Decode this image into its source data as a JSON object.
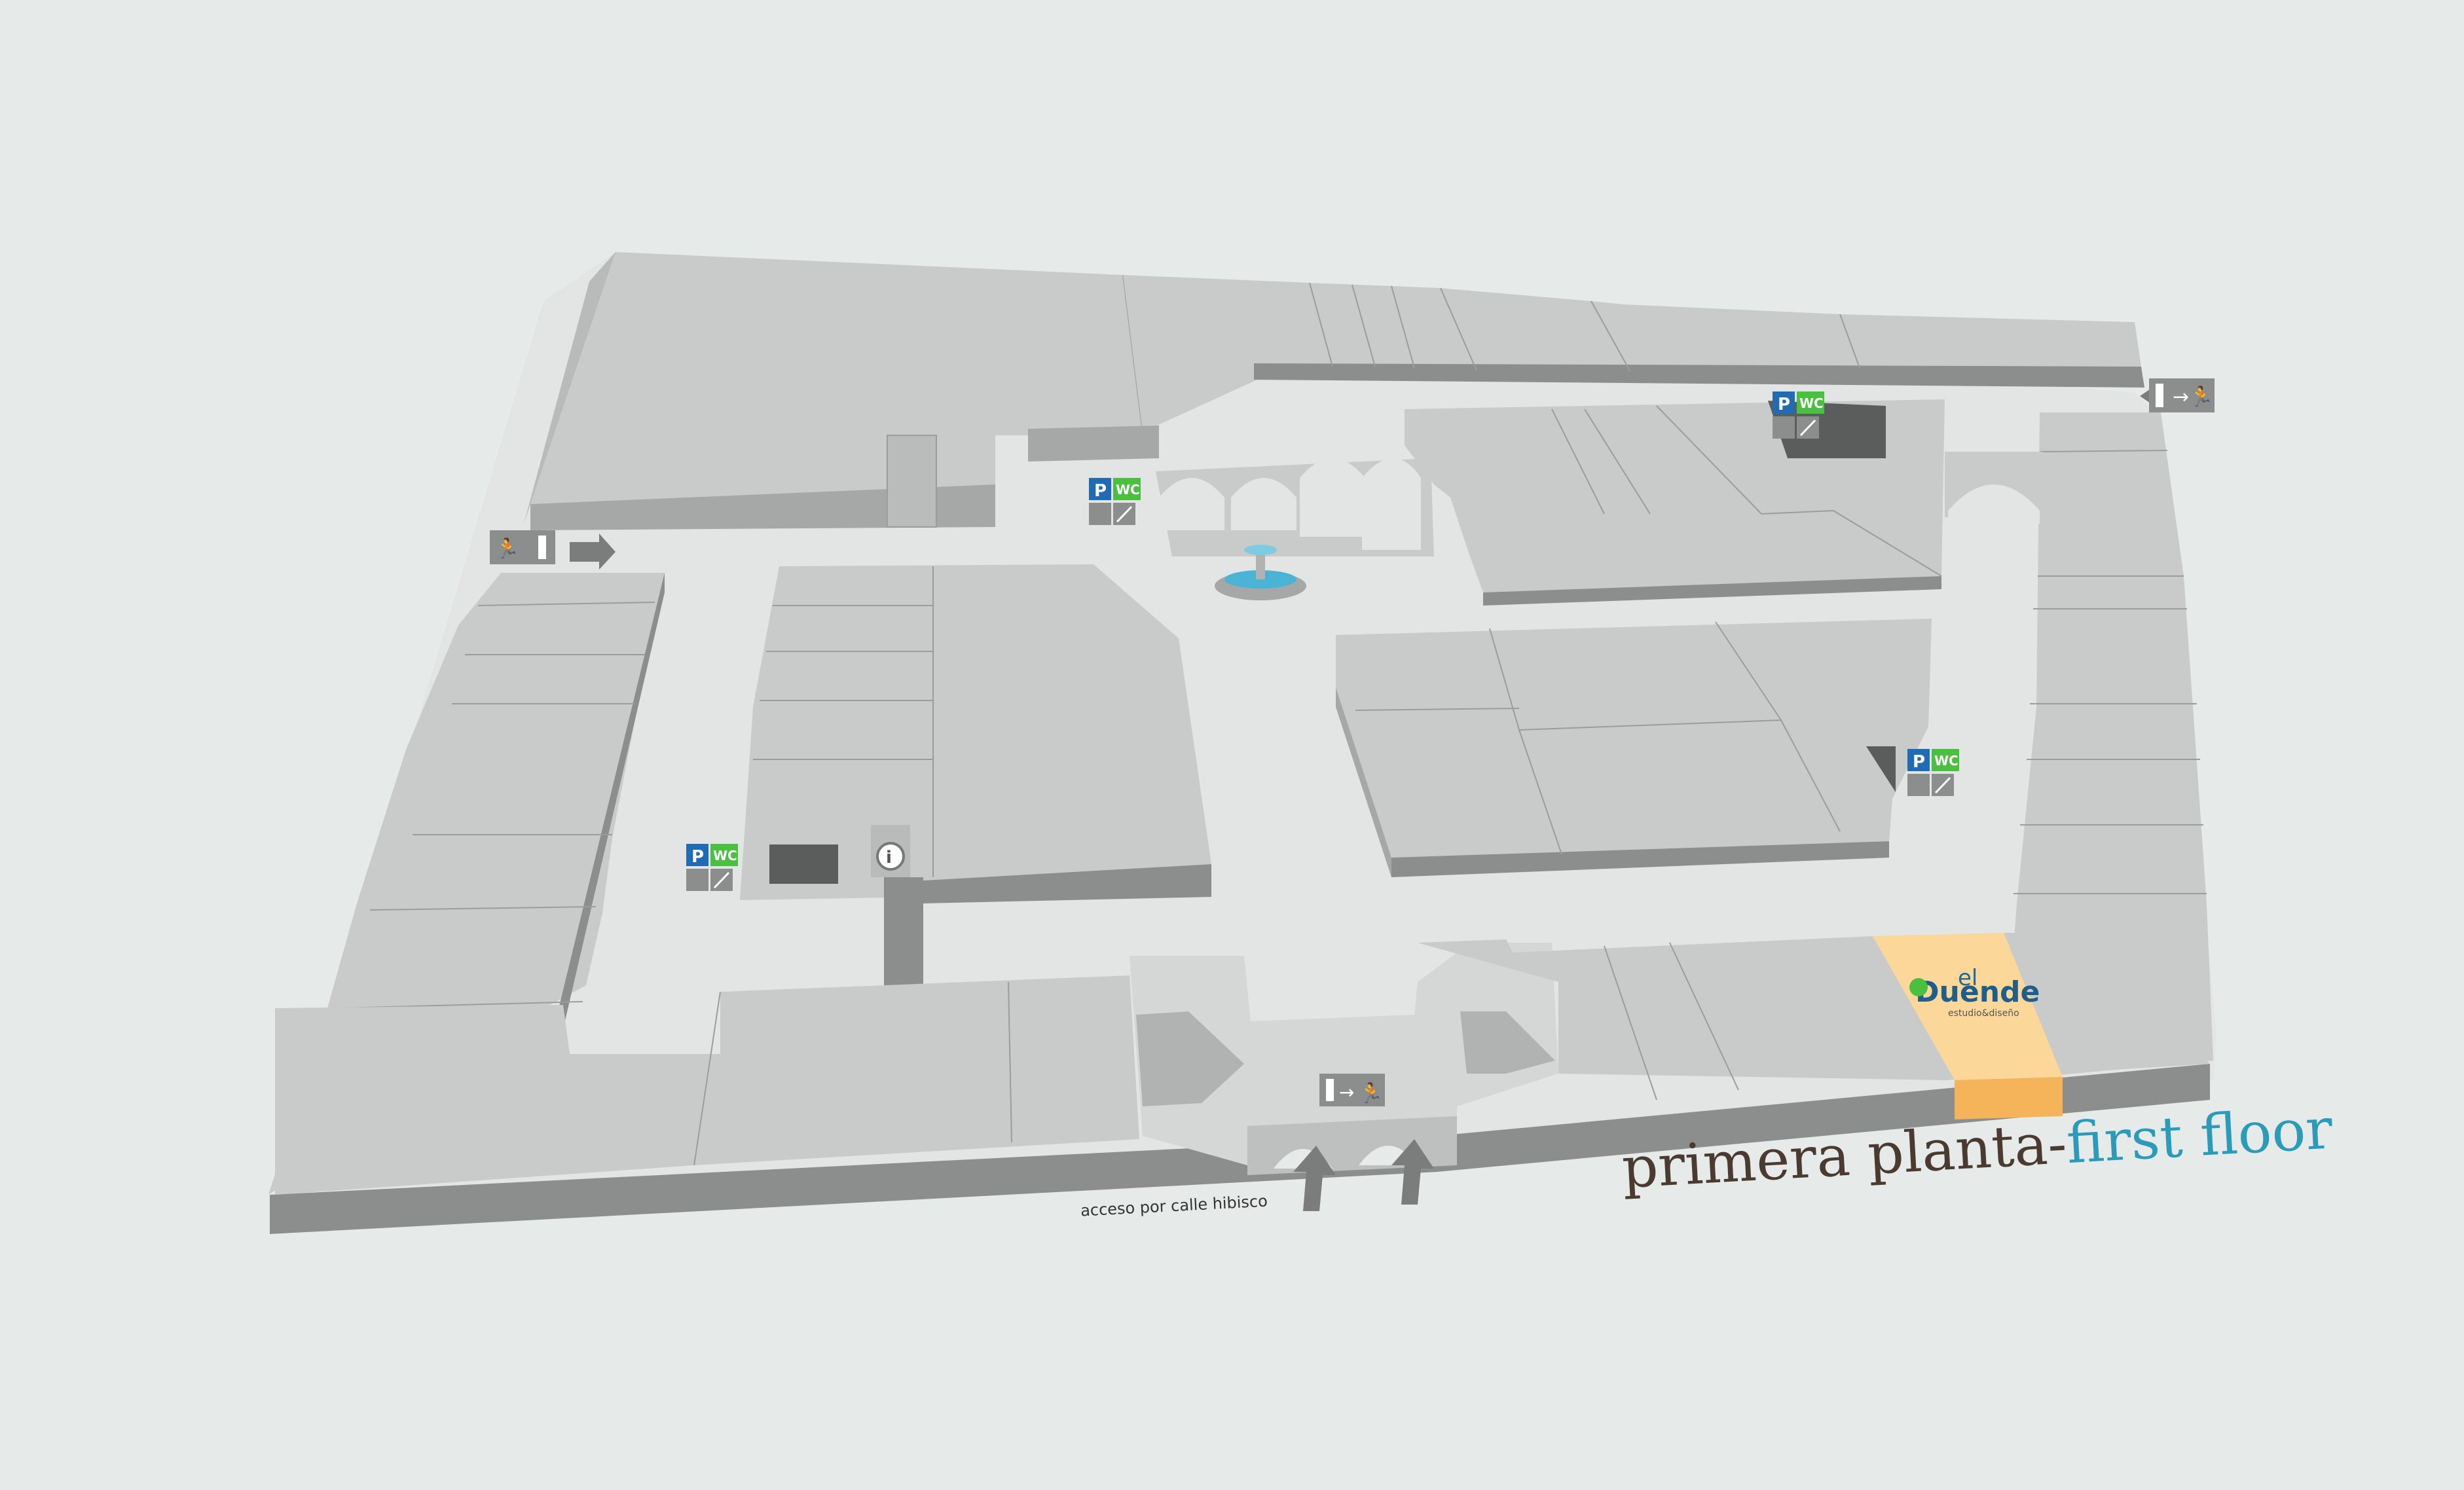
{
  "map": {
    "title_es": "primera planta-",
    "title_en": "first floor",
    "access_label": "acceso por calle hibisco",
    "store_brand": "el",
    "store_name": "Duende",
    "store_tagline": "estudio&diseño",
    "highlight_store": "el Duende"
  },
  "icons": {
    "parking_label": "P",
    "wc_label": "WC",
    "info_label": "i"
  },
  "colors": {
    "background": "#e6eae9",
    "block_top": "#c8cbca",
    "block_side": "#8b8e8d",
    "corridor": "#e2e5e4",
    "highlight_top": "#fbd79a",
    "highlight_side": "#f5b45a",
    "parking_blue": "#1f6bb4",
    "wc_green": "#4bbf3f",
    "title_brown": "#4a3a30",
    "title_blue": "#2a9bb8"
  }
}
